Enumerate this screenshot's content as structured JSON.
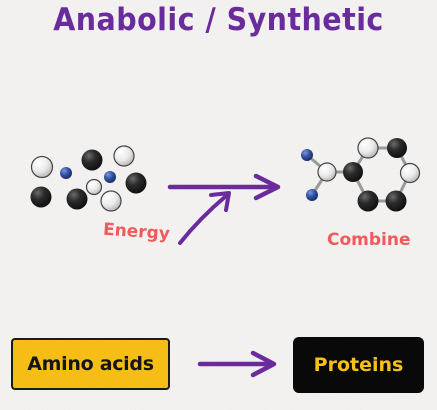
{
  "title": "Anabolic / Synthetic",
  "labels": {
    "energy": "Energy",
    "combine": "Combine"
  },
  "boxes": {
    "amino_acids": "Amino acids",
    "proteins": "Proteins"
  },
  "colors": {
    "title": "#6a2c9c",
    "arrow": "#6a2c9c",
    "label": "#ef5a5a",
    "amino_box": "#f6bd17",
    "proteins_box": "#090909",
    "proteins_text": "#f6c21a",
    "atom_dark": "#2b2b2b",
    "atom_light": "#f2f2f2",
    "atom_blue": "#2f4fa3"
  }
}
